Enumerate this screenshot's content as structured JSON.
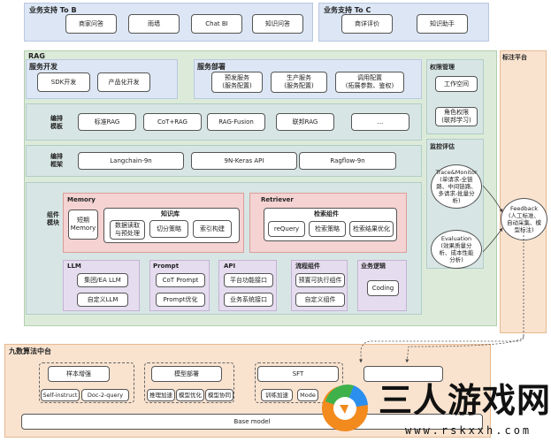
{
  "top": {
    "b_title": "业务支持 To B",
    "b_items": [
      "商家问答",
      "雨墙",
      "Chat BI",
      "知识问答"
    ],
    "c_title": "业务支持 To C",
    "c_items": [
      "商详评价",
      "知识助手"
    ]
  },
  "rag": {
    "title": "RAG",
    "service_dev": {
      "title": "服务开发",
      "items": [
        "SDK开发",
        "产品化开发"
      ]
    },
    "service_deploy": {
      "title": "服务部署",
      "items": [
        "预发服务\n(服务配置)",
        "生产服务\n(服务配置)",
        "调用配置\n(拓展参数、鉴权)"
      ]
    },
    "orchestration_template": {
      "title": "编排\n模板",
      "items": [
        "标准RAG",
        "CoT+RAG",
        "RAG-Fusion",
        "联邦RAG",
        "..."
      ]
    },
    "orchestration_framework": {
      "title": "编排\n框架",
      "items": [
        "Langchain-9n",
        "9N-Keras API",
        "Ragflow-9n"
      ]
    },
    "components": {
      "title": "组件\n模块",
      "memory": {
        "title": "Memory",
        "short": "短期\nMemory",
        "kb_title": "知识库",
        "kb_items": [
          "数据读取\n与预处理",
          "切分策略",
          "索引构建"
        ]
      },
      "retriever": {
        "title": "Retriever",
        "group_title": "检索组件",
        "items": [
          "reQuery",
          "检索策略",
          "检索结果优化"
        ]
      },
      "llm": {
        "title": "LLM",
        "items": [
          "集团/EA LLM",
          "自定义LLM"
        ]
      },
      "prompt": {
        "title": "Prompt",
        "items": [
          "CoT Prompt",
          "Prompt优化"
        ]
      },
      "api": {
        "title": "API",
        "items": [
          "平台功能接口",
          "业务系统接口"
        ]
      },
      "flow": {
        "title": "流程组件",
        "items": [
          "预置可执行组件",
          "自定义组件"
        ]
      },
      "logic": {
        "title": "业务逻辑",
        "items": [
          "Coding"
        ]
      }
    }
  },
  "permissions": {
    "title": "权限管理",
    "items": [
      "工作空间",
      "角色权限\n(联邦学习)"
    ]
  },
  "monitoring": {
    "title": "监控评估",
    "trace": "Trace&Monitor\n(单请求-全链\n路、中间链路、\n多请求-批量分\n析)",
    "evaluation": "Evaluation\n(效果质量分\n析、成本性能\n分析)"
  },
  "labeling": {
    "title": "标注平台",
    "feedback": "Feedback\n(人工标准、\n自动采集、模\n型标注)"
  },
  "algo": {
    "title": "九数算法中台",
    "items": [
      "样本增强",
      "模型部署",
      "SFT"
    ],
    "sample_subs": [
      "Self-instruct",
      "Doc-2-query"
    ],
    "deploy_subs": [
      "推理加速",
      "模型优化",
      "模型协同"
    ],
    "sft_subs": [
      "训练加速",
      "Mode"
    ],
    "base": "Base model"
  },
  "watermark": {
    "title": "三人游戏网",
    "url": "www.rskxxh.com"
  }
}
